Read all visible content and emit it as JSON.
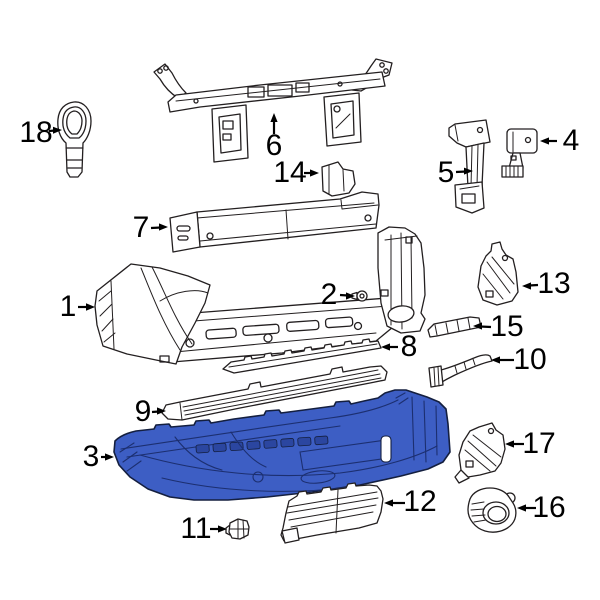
{
  "figure": {
    "type": "exploded-parts-diagram",
    "subject": "rear bumper assembly",
    "highlighted_callout": "3"
  },
  "colors": {
    "background": "#ffffff",
    "line": "#231f20",
    "highlight_fill": "#3d5ec4",
    "highlight_shade": "#2b46a0",
    "highlight_line": "#141f3f",
    "highlight_detail": "#1c2f70"
  },
  "callouts": [
    {
      "number": "1"
    },
    {
      "number": "2"
    },
    {
      "number": "3"
    },
    {
      "number": "4"
    },
    {
      "number": "5"
    },
    {
      "number": "6"
    },
    {
      "number": "7"
    },
    {
      "number": "8"
    },
    {
      "number": "9"
    },
    {
      "number": "10"
    },
    {
      "number": "11"
    },
    {
      "number": "12"
    },
    {
      "number": "13"
    },
    {
      "number": "14"
    },
    {
      "number": "15"
    },
    {
      "number": "16"
    },
    {
      "number": "17"
    },
    {
      "number": "18"
    }
  ]
}
